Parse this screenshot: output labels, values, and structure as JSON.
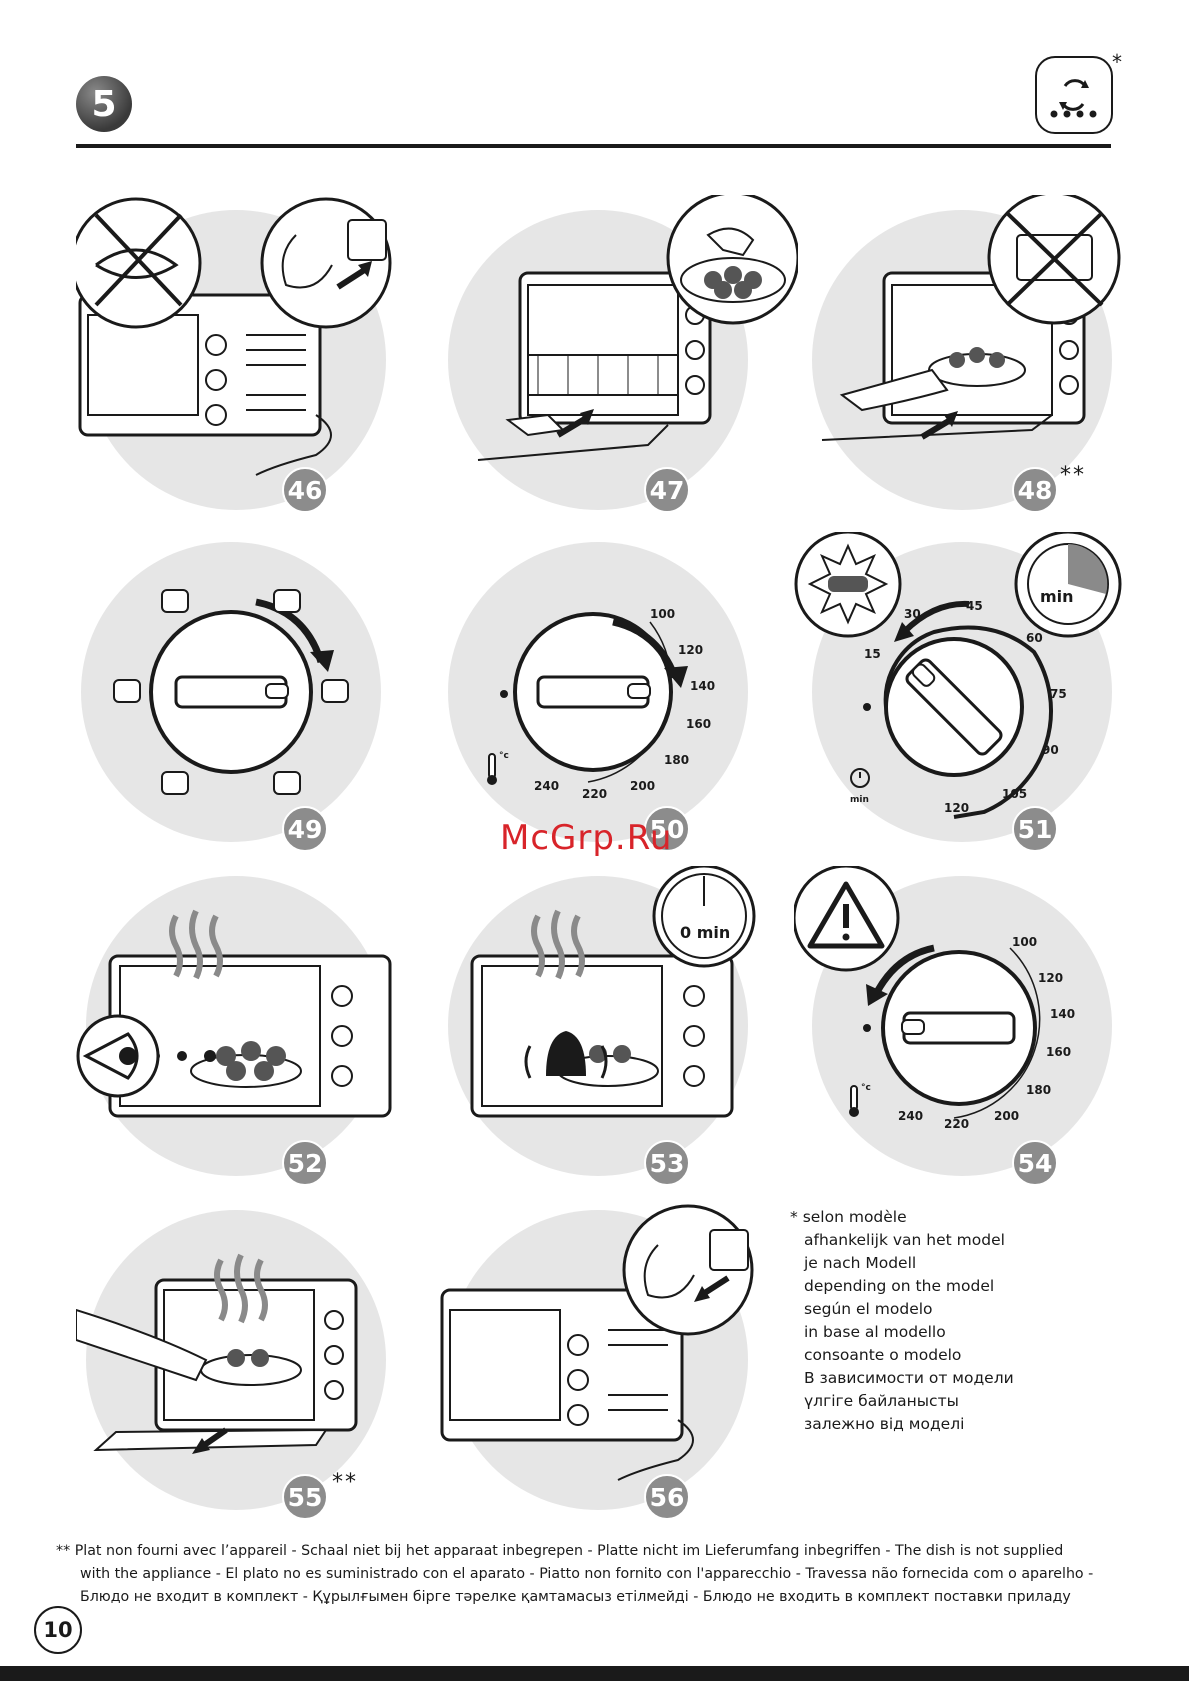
{
  "header": {
    "section_number": "5",
    "mode_icon_name": "convection-fan-icon",
    "mode_footnote_mark": "*"
  },
  "steps": [
    {
      "number": "46",
      "mark": "",
      "icon": "unplug-cord-icon"
    },
    {
      "number": "47",
      "mark": "",
      "icon": "insert-rack-icon"
    },
    {
      "number": "48",
      "mark": "**",
      "icon": "insert-dish-icon"
    },
    {
      "number": "49",
      "mark": "",
      "icon": "mode-selector-dial-icon"
    },
    {
      "number": "50",
      "mark": "",
      "icon": "temperature-dial-icon"
    },
    {
      "number": "51",
      "mark": "",
      "icon": "timer-dial-icon"
    },
    {
      "number": "52",
      "mark": "",
      "icon": "watch-cooking-icon"
    },
    {
      "number": "53",
      "mark": "",
      "icon": "bell-ring-icon"
    },
    {
      "number": "54",
      "mark": "",
      "icon": "reset-temperature-icon"
    },
    {
      "number": "55",
      "mark": "**",
      "icon": "remove-dish-icon"
    },
    {
      "number": "56",
      "mark": "",
      "icon": "unplug-after-use-icon"
    }
  ],
  "temperature_dial": {
    "unit_symbol": "°c",
    "ticks": [
      "100",
      "120",
      "140",
      "160",
      "180",
      "200",
      "220",
      "240"
    ]
  },
  "timer_dial": {
    "ticks": [
      "15",
      "30",
      "45",
      "60",
      "75",
      "90",
      "105",
      "120"
    ],
    "unit": "min",
    "inset_label": "min"
  },
  "end_timer": {
    "label": "0 min"
  },
  "watermark": "McGrp.Ru",
  "model_notes": {
    "mark": "*",
    "lines": [
      "selon modèle",
      "afhankelijk van het model",
      "je nach Modell",
      "depending on the model",
      "según el modelo",
      "in base al modello",
      "consoante o modelo",
      "В зависимости от модели",
      "үлгіге байланысты",
      "залежно від моделі"
    ]
  },
  "footnote": {
    "mark": "**",
    "line1": "Plat non fourni avec l’appareil - Schaal niet bij het apparaat inbegrepen - Platte nicht im Lieferumfang inbegriffen - The dish is not supplied",
    "line2": "with the appliance - El plato no es suministrado con el aparato - Piatto non fornito con l'apparecchio - Travessa não fornecida com o aparelho -",
    "line3": "Блюдо не входит в комплект - Құрылғымен бірге тәрелке қамтамасыз етілмейді - Блюдо не входить в комплект поставки приладу"
  },
  "page_number": "10",
  "colors": {
    "panel_bg": "#e6e6e6",
    "badge": "#8c8c8c",
    "ink": "#1a1a1a",
    "watermark": "#d8242a"
  }
}
